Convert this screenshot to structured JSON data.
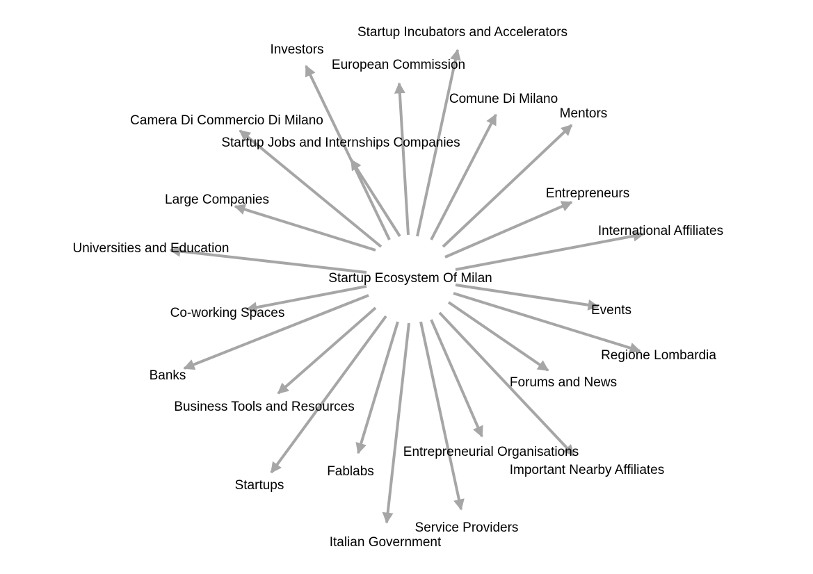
{
  "diagram": {
    "type": "directed-star-network",
    "edge_color": "#a6a6a6",
    "center": {
      "label": "Startup Ecosystem Of Milan"
    },
    "nodes": [
      {
        "label": "Startup Incubators and Accelerators"
      },
      {
        "label": "Investors"
      },
      {
        "label": "European Commission"
      },
      {
        "label": "Comune Di Milano"
      },
      {
        "label": "Mentors"
      },
      {
        "label": "Camera Di Commercio Di Milano"
      },
      {
        "label": "Startup Jobs and Internships Companies"
      },
      {
        "label": "Large Companies"
      },
      {
        "label": "Entrepreneurs"
      },
      {
        "label": "International Affiliates"
      },
      {
        "label": "Universities and Education"
      },
      {
        "label": "Co-working Spaces"
      },
      {
        "label": "Events"
      },
      {
        "label": "Regione Lombardia"
      },
      {
        "label": "Banks"
      },
      {
        "label": "Forums and News"
      },
      {
        "label": "Business Tools and Resources"
      },
      {
        "label": "Entrepreneurial Organisations"
      },
      {
        "label": "Important Nearby Affiliates"
      },
      {
        "label": "Startups"
      },
      {
        "label": "Fablabs"
      },
      {
        "label": "Service Providers"
      },
      {
        "label": "Italian Government"
      }
    ]
  }
}
